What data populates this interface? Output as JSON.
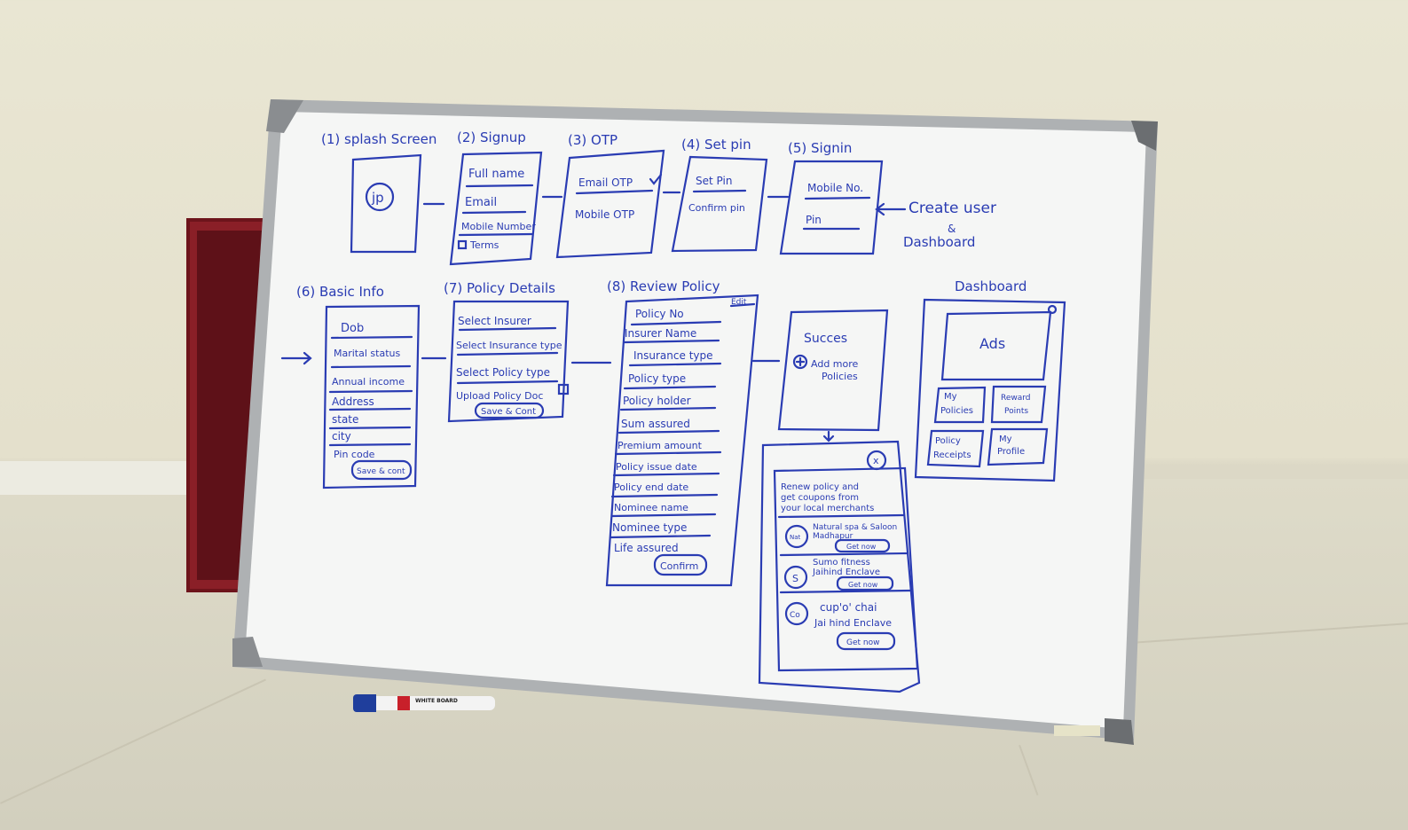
{
  "flow": {
    "s1_title": "(1) splash Screen",
    "s1_logo": "jp",
    "s2_title": "(2) Signup",
    "s2_fields": [
      "Full name",
      "Email",
      "Mobile Number",
      "Terms"
    ],
    "s3_title": "(3) OTP",
    "s3_fields": [
      "Email OTP",
      "Mobile OTP"
    ],
    "s4_title": "(4) Set pin",
    "s4_fields": [
      "Set Pin",
      "Confirm pin"
    ],
    "s5_title": "(5) Signin",
    "s5_fields": [
      "Mobile No.",
      "Pin"
    ],
    "s5_note1": "Create user",
    "s5_note2": "&",
    "s5_note3": "Dashboard",
    "s6_title": "(6) Basic Info",
    "s6_fields": [
      "Dob",
      "Marital status",
      "Annual income",
      "Address",
      "state",
      "city",
      "Pin code"
    ],
    "s6_button": "Save & cont",
    "s7_title": "(7) Policy Details",
    "s7_fields": [
      "Select Insurer",
      "Select Insurance type",
      "Select Policy type",
      "Upload Policy Doc"
    ],
    "s7_button": "Save & Cont",
    "s8_title": "(8) Review Policy",
    "s8_edit": "Edit",
    "s8_fields": [
      "Policy No",
      "Insurer Name",
      "Insurance type",
      "Policy type",
      "Policy holder",
      "Sum assured",
      "Premium amount",
      "Policy issue date",
      "Policy end date",
      "Nominee name",
      "Nominee type",
      "Life assured"
    ],
    "s8_button": "Confirm",
    "success_title": "Succes",
    "success_add1": "Add more",
    "success_add2": "Policies",
    "coupon_close": "x",
    "coupon_header": [
      "Renew policy and",
      "get coupons from",
      "your local merchants"
    ],
    "coupon_items": [
      {
        "icon": "Nat",
        "line1": "Natural spa & Saloon",
        "line2": "Madhapur",
        "button": "Get now"
      },
      {
        "icon": "S",
        "line1": "Sumo fitness",
        "line2": "Jaihind Enclave",
        "button": "Get now"
      },
      {
        "icon": "Co",
        "line1": "cup'o' chai",
        "line2": "Jai hind Enclave",
        "button": "Get now"
      }
    ],
    "dash_title": "Dashboard",
    "dash_ads": "Ads",
    "dash_tiles": [
      [
        "My",
        "Policies"
      ],
      [
        "Reward",
        "Points"
      ],
      [
        "Policy",
        "Receipts"
      ],
      [
        "My",
        "Profile"
      ]
    ]
  },
  "marker_label": "WHITE BOARD",
  "colors": {
    "ink": "#2a3cb3",
    "board": "#f4f5f4",
    "frame": "#b9bcbe"
  }
}
